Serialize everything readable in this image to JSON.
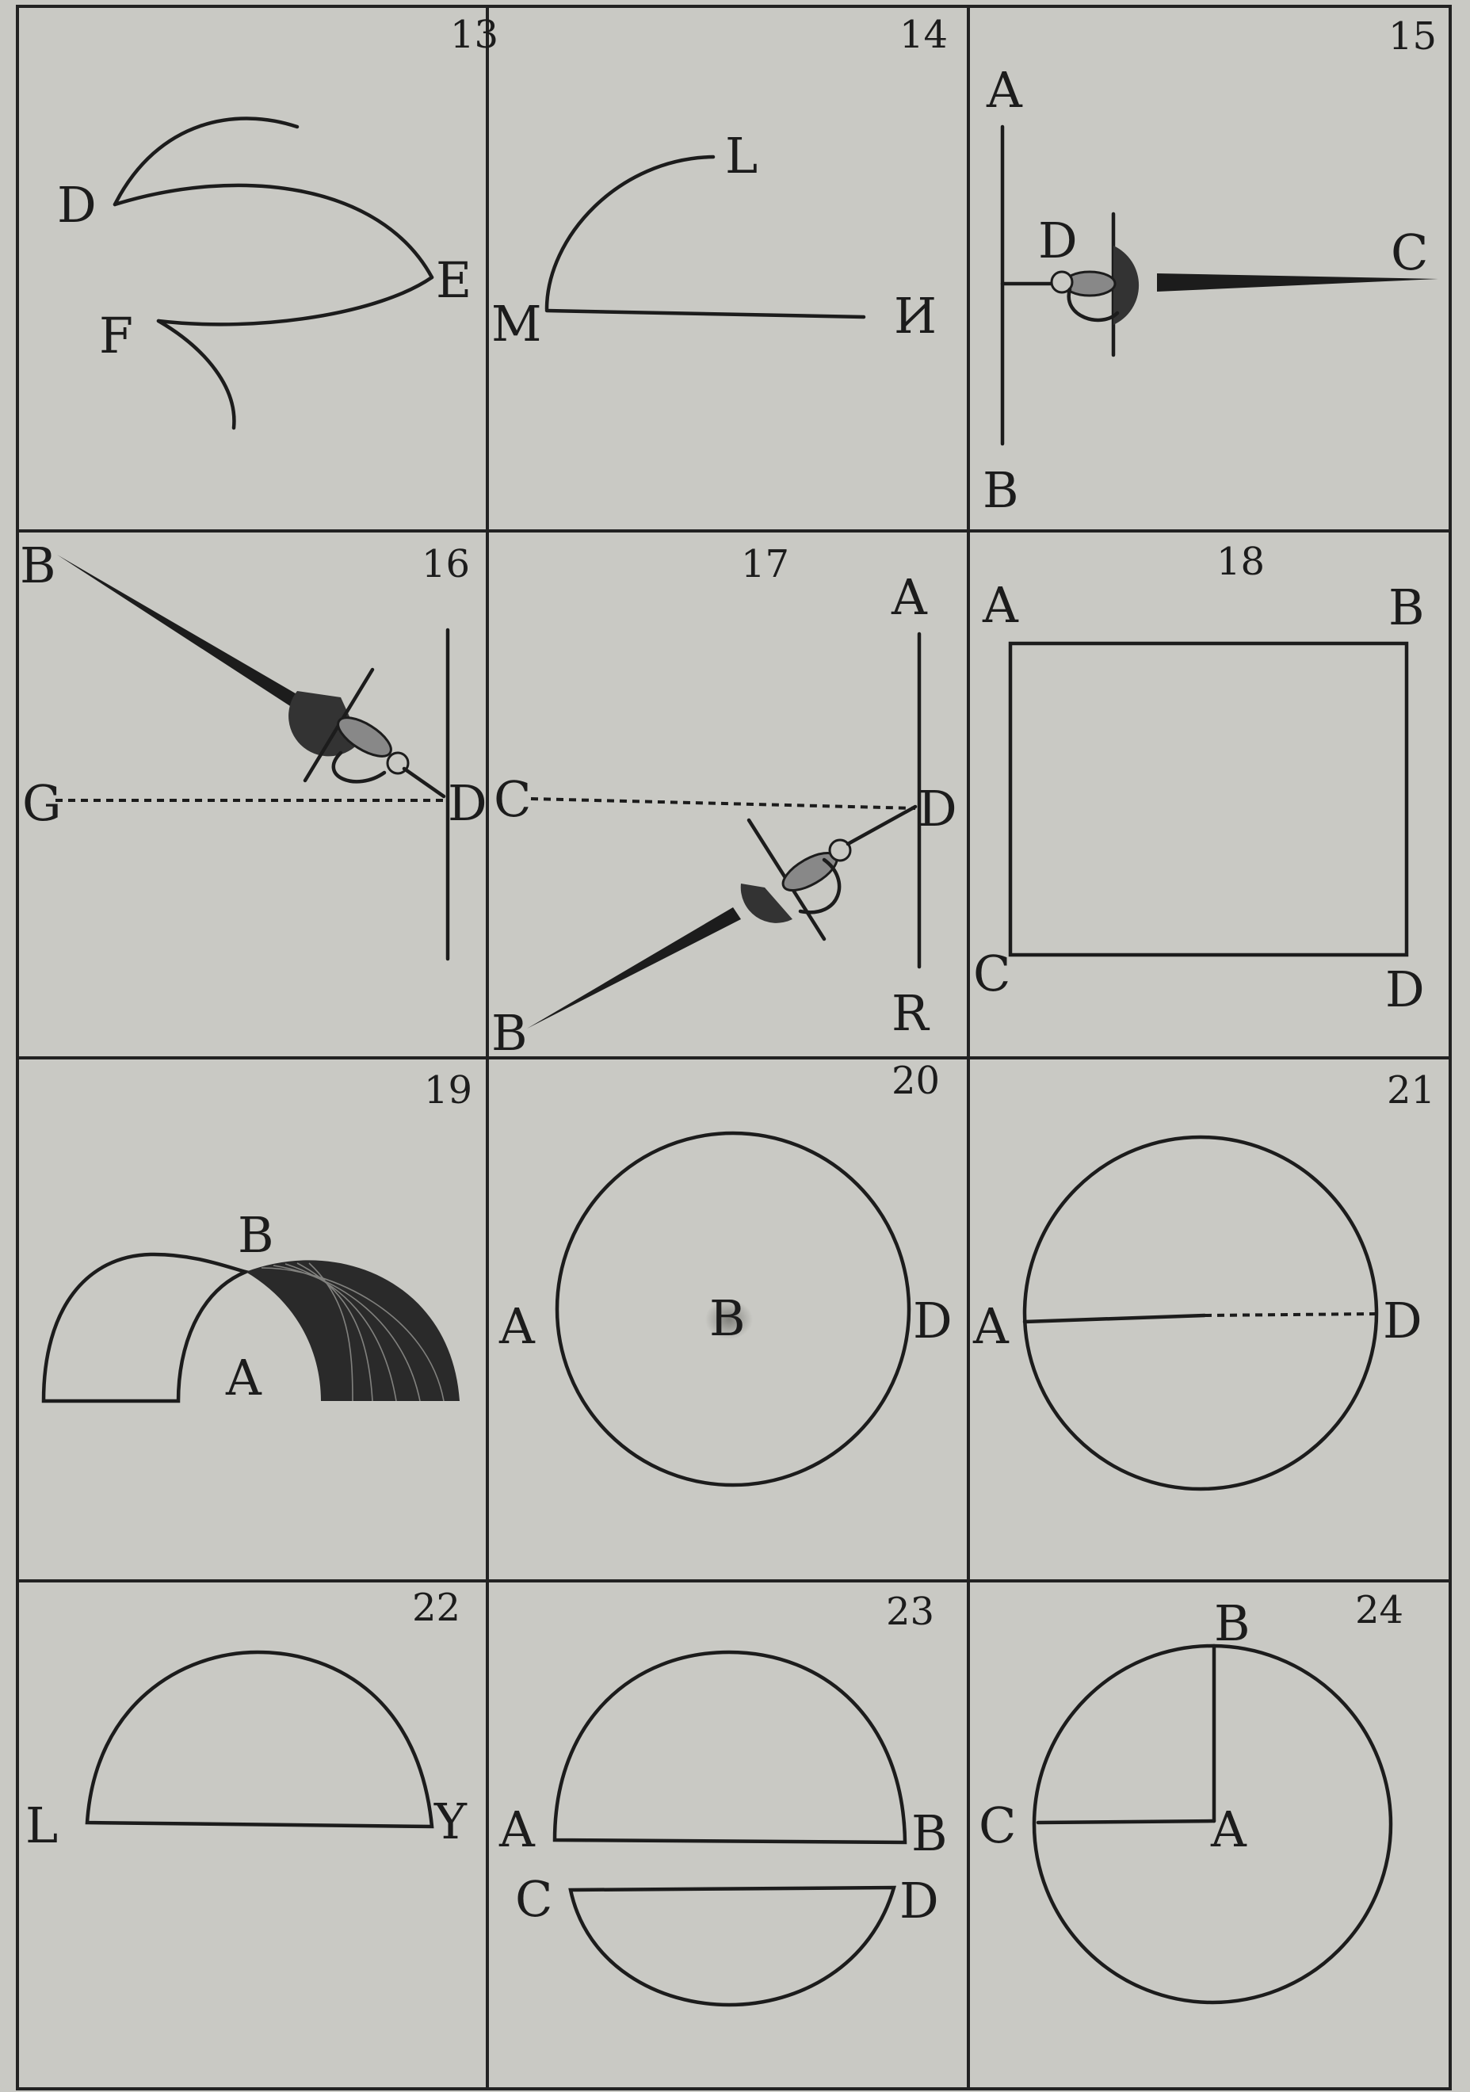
{
  "plate": {
    "colors": {
      "paper": "#c9c9c4",
      "ink": "#1c1c1c"
    },
    "figures": [
      {
        "number": "13",
        "labels": {
          "D": "D",
          "E": "E",
          "F": "F"
        }
      },
      {
        "number": "14",
        "labels": {
          "L": "L",
          "M": "M",
          "N": "И"
        }
      },
      {
        "number": "15",
        "labels": {
          "A": "A",
          "B": "B",
          "C": "C",
          "D": "D"
        }
      },
      {
        "number": "16",
        "labels": {
          "B": "B",
          "G": "G",
          "D": "D"
        }
      },
      {
        "number": "17",
        "labels": {
          "A": "A",
          "C": "C",
          "D": "D",
          "B": "B",
          "R": "R"
        }
      },
      {
        "number": "18",
        "labels": {
          "A": "A",
          "B": "B",
          "C": "C",
          "D": "D"
        }
      },
      {
        "number": "19",
        "labels": {
          "A": "A",
          "B": "B"
        }
      },
      {
        "number": "20",
        "labels": {
          "A": "A",
          "B": "B",
          "D": "D"
        }
      },
      {
        "number": "21",
        "labels": {
          "A": "A",
          "D": "D"
        }
      },
      {
        "number": "22",
        "labels": {
          "L": "L",
          "Y": "Y"
        }
      },
      {
        "number": "23",
        "labels": {
          "A": "A",
          "B": "B",
          "C": "C",
          "D": "D"
        }
      },
      {
        "number": "24",
        "labels": {
          "A": "A",
          "B": "B",
          "C": "C"
        }
      }
    ]
  }
}
